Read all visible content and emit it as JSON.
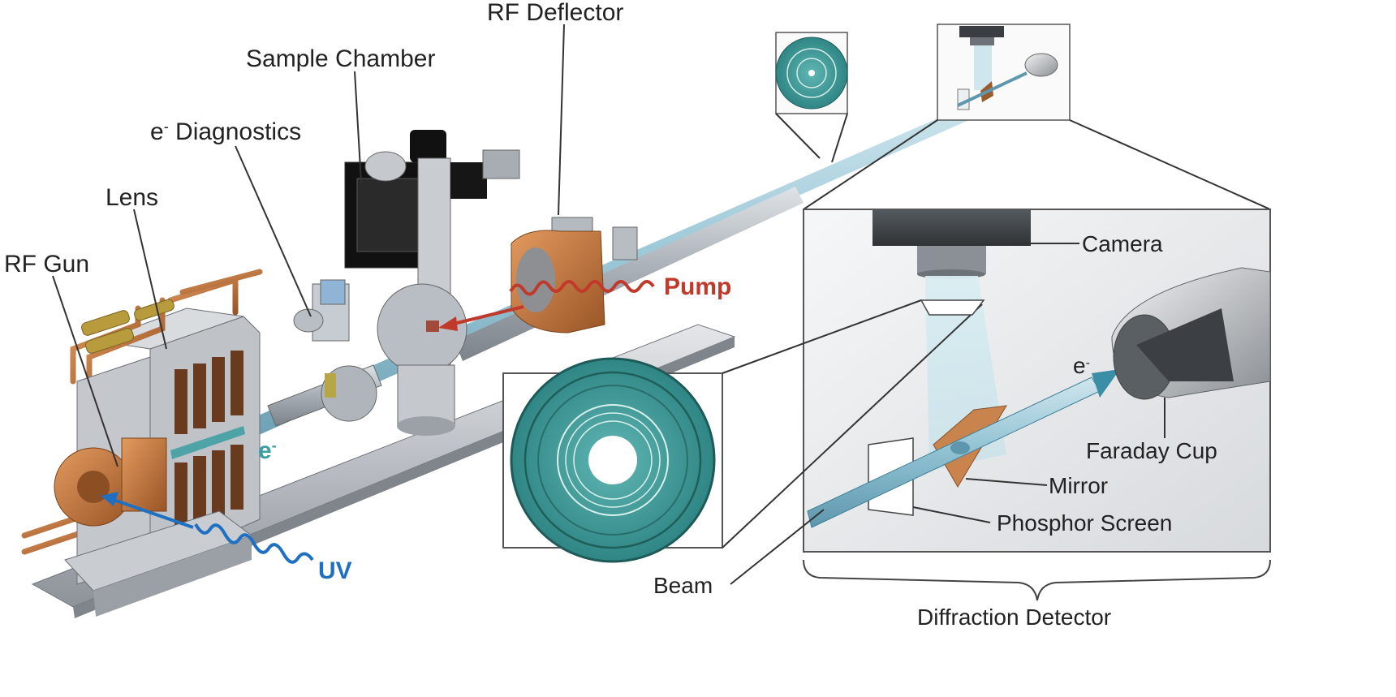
{
  "labels": {
    "rf_deflector": "RF Deflector",
    "sample_chamber": "Sample Chamber",
    "e_diagnostics_e": "e",
    "e_diagnostics_sup": "-",
    "e_diagnostics_rest": " Diagnostics",
    "lens": "Lens",
    "rf_gun": "RF Gun",
    "pump": "Pump",
    "uv": "UV",
    "e_beam_base": "e",
    "e_beam_sup": "-",
    "e_det_base": "e",
    "e_det_sup": "-",
    "camera": "Camera",
    "faraday_cup": "Faraday Cup",
    "mirror": "Mirror",
    "phosphor_screen": "Phosphor Screen",
    "beam": "Beam",
    "diffraction_detector": "Diffraction Detector"
  },
  "colors": {
    "pump": "#c0392b",
    "uv": "#1f6fc2",
    "electron": "#3a9ea0",
    "diffraction_teal": "#3f9e9c",
    "copper": "#c9793d",
    "steel": "#b7bcc2"
  }
}
